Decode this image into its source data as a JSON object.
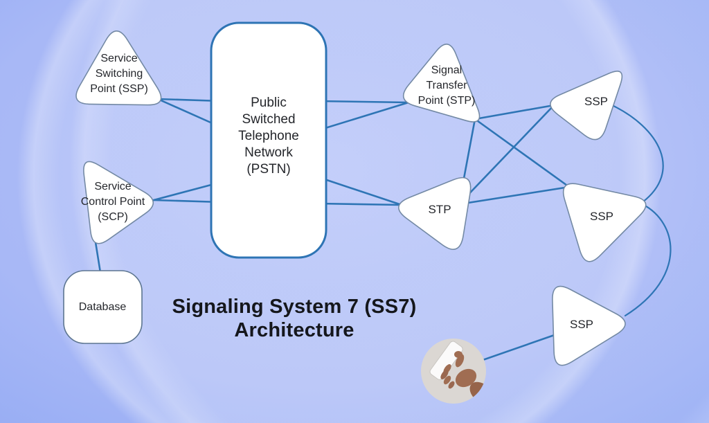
{
  "title": {
    "line1": "Signaling System 7 (SS7)",
    "line2": "Architecture"
  },
  "nodes": {
    "ssp_top_left": {
      "label": "Service\nSwitching\nPoint (SSP)"
    },
    "scp": {
      "label": "Service\nControl Point\n(SCP)"
    },
    "database": {
      "label": "Database"
    },
    "pstn": {
      "label": "Public\nSwitched\nTelephone\nNetwork\n(PSTN)"
    },
    "stp_top": {
      "label": "Signal\nTransfer\nPoint (STP)"
    },
    "stp_bottom": {
      "label": "STP"
    },
    "ssp_right_top": {
      "label": "SSP"
    },
    "ssp_right_middle": {
      "label": "SSP"
    },
    "ssp_right_bottom": {
      "label": "SSP"
    }
  },
  "illustration": {
    "description": "hand-holding-phone-photo"
  },
  "colors": {
    "connector": "#2e75b5",
    "pstn_border": "#2e74b4",
    "node_border": "#7389a4",
    "node_fill": "#ffffff",
    "background_blue": "#8fa7f3",
    "title_text": "#15171c"
  }
}
